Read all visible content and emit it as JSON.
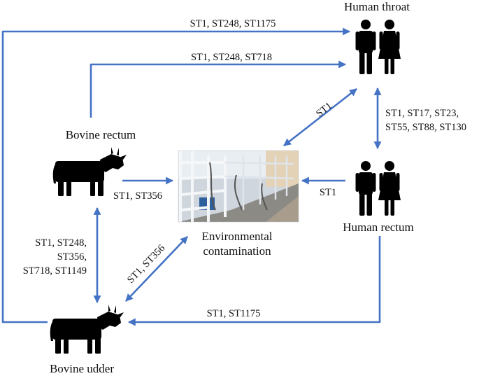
{
  "nodes": {
    "human_throat": "Human throat",
    "human_rectum": "Human rectum",
    "bovine_rectum": "Bovine rectum",
    "bovine_udder": "Bovine udder",
    "environment_line1": "Environmental",
    "environment_line2": "contamination"
  },
  "edges": {
    "udder_to_throat": "ST1, ST248, ST1175",
    "bovine_rectum_to_throat": "ST1, ST248, ST718",
    "env_throat": "ST1",
    "throat_rectum_line1": "ST1, ST17, ST23,",
    "throat_rectum_line2": "ST55, ST88, ST130",
    "bovine_rectum_to_env": "ST1, ST356",
    "human_rectum_to_env": "ST1",
    "bovine_rectum_udder_line1": "ST1, ST248,",
    "bovine_rectum_udder_line2": "ST356,",
    "bovine_rectum_udder_line3": "ST718, ST1149",
    "env_udder": "ST1, ST356",
    "human_rectum_to_udder": "ST1, ST1175"
  },
  "icons": {
    "people": "people-couple-icon",
    "cow": "cow-icon",
    "photo": "milking-parlor-photo"
  },
  "colors": {
    "arrow": "#4472C4",
    "icon": "#000000"
  }
}
